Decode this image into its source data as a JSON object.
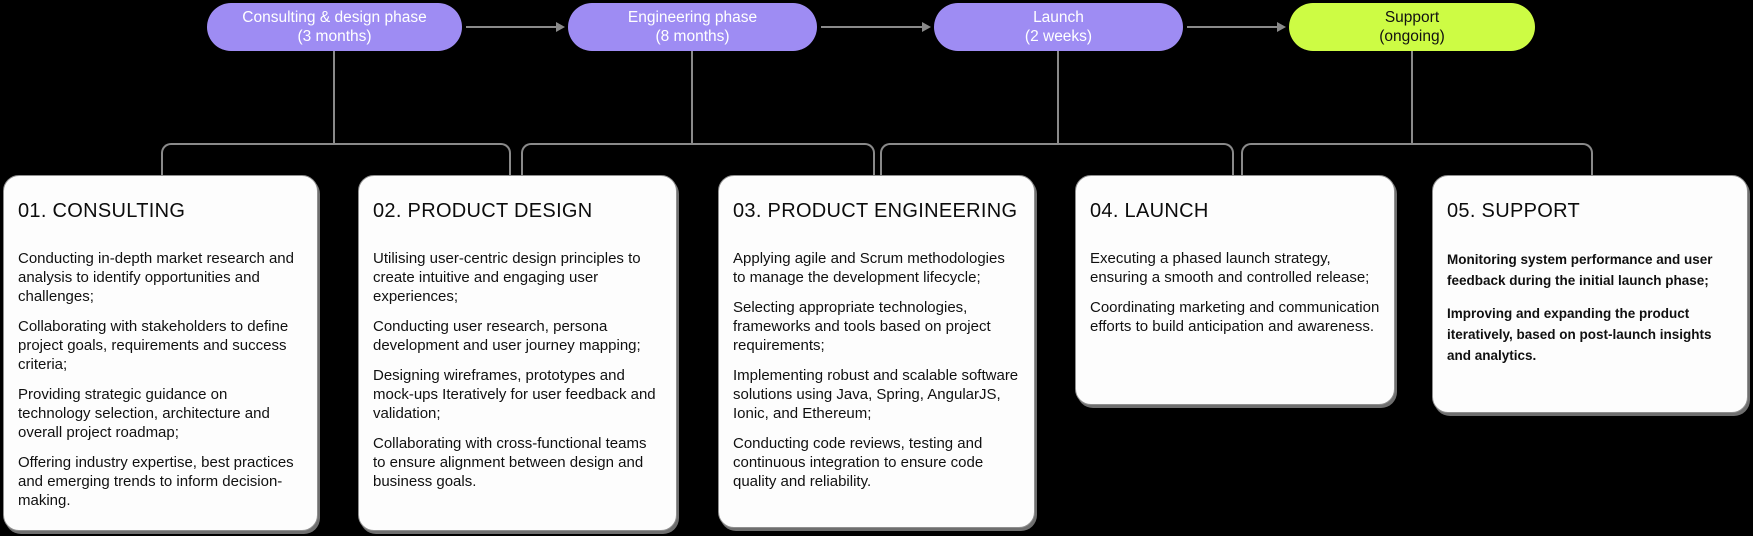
{
  "colors": {
    "background": "#000000",
    "connector_gray": "#8a8a8a",
    "phase_purple": "#9e8cf3",
    "phase_green": "#cdfc44",
    "pill_text_light": "#ffffff",
    "pill_text_dark": "#111111",
    "card_background": "#fdfdfd",
    "card_text": "#101010"
  },
  "phases": [
    {
      "name": "Consulting & design phase",
      "duration": "(3 months)",
      "color": "#9e8cf3",
      "text_color": "#ffffff"
    },
    {
      "name": "Engineering phase",
      "duration": "(8 months)",
      "color": "#9e8cf3",
      "text_color": "#ffffff"
    },
    {
      "name": "Launch",
      "duration": "(2 weeks)",
      "color": "#9e8cf3",
      "text_color": "#ffffff"
    },
    {
      "name": "Support",
      "duration": "(ongoing)",
      "color": "#cdfc44",
      "text_color": "#111111"
    }
  ],
  "cards": [
    {
      "title": "01. CONSULTING",
      "paragraphs": [
        "Conducting in-depth market research and analysis to identify opportunities and challenges;",
        "Collaborating with stakeholders to define project goals, requirements and success criteria;",
        "Providing strategic guidance on technology selection, architecture and overall project roadmap;",
        "Offering industry expertise, best practices and emerging trends to inform decision-making."
      ]
    },
    {
      "title": "02. PRODUCT DESIGN",
      "paragraphs": [
        "Utilising user-centric design principles to create intuitive and engaging user experiences;",
        "Conducting user research, persona development and user journey mapping;",
        "Designing wireframes, prototypes and mock-ups Iteratively for user feedback and validation;",
        "Collaborating with cross-functional teams to ensure alignment between design and business goals."
      ]
    },
    {
      "title": "03. PRODUCT ENGINEERING",
      "paragraphs": [
        "Applying agile and Scrum methodologies to manage the development lifecycle;",
        "Selecting appropriate technologies, frameworks and tools based on project requirements;",
        "Implementing robust and scalable software solutions using Java, Spring, AngularJS, Ionic, and Ethereum;",
        "Conducting code reviews, testing and continuous integration to ensure code quality and reliability."
      ]
    },
    {
      "title": "04. LAUNCH",
      "paragraphs": [
        "Executing a phased launch strategy, ensuring a smooth and controlled release;",
        "Coordinating marketing and communication efforts to build anticipation and awareness."
      ]
    },
    {
      "title": "05. SUPPORT",
      "paragraphs": [
        "Monitoring system performance and user feedback during the initial launch phase;",
        "Improving and expanding the product iteratively, based on post-launch insights and analytics."
      ]
    }
  ]
}
